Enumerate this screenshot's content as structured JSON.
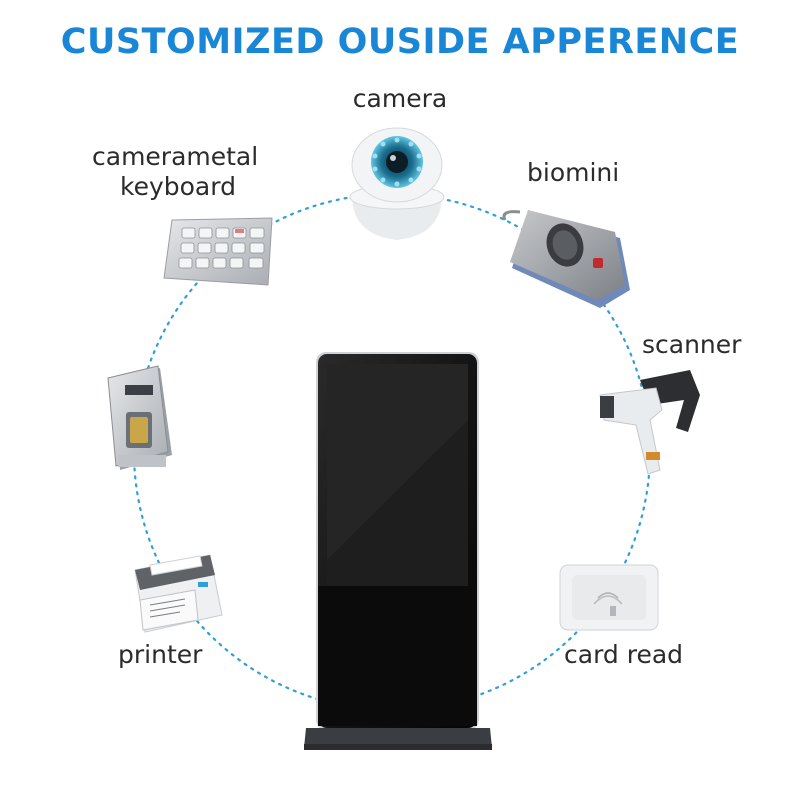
{
  "headline": "CUSTOMIZED OUSIDE APPERENCE",
  "accent_color": "#1a86d6",
  "labels": {
    "camera": "camera",
    "keyboard_line1": "camerametal",
    "keyboard_line2": "keyboard",
    "biomini": "biomini",
    "scanner": "scanner",
    "printer": "printer",
    "card_reader": "card read"
  },
  "icons": [
    "camera-icon",
    "keyboard-icon",
    "fingerprint-reader-icon",
    "id-scanner-icon",
    "barcode-scanner-icon",
    "printer-icon",
    "card-reader-icon",
    "kiosk-icon"
  ]
}
